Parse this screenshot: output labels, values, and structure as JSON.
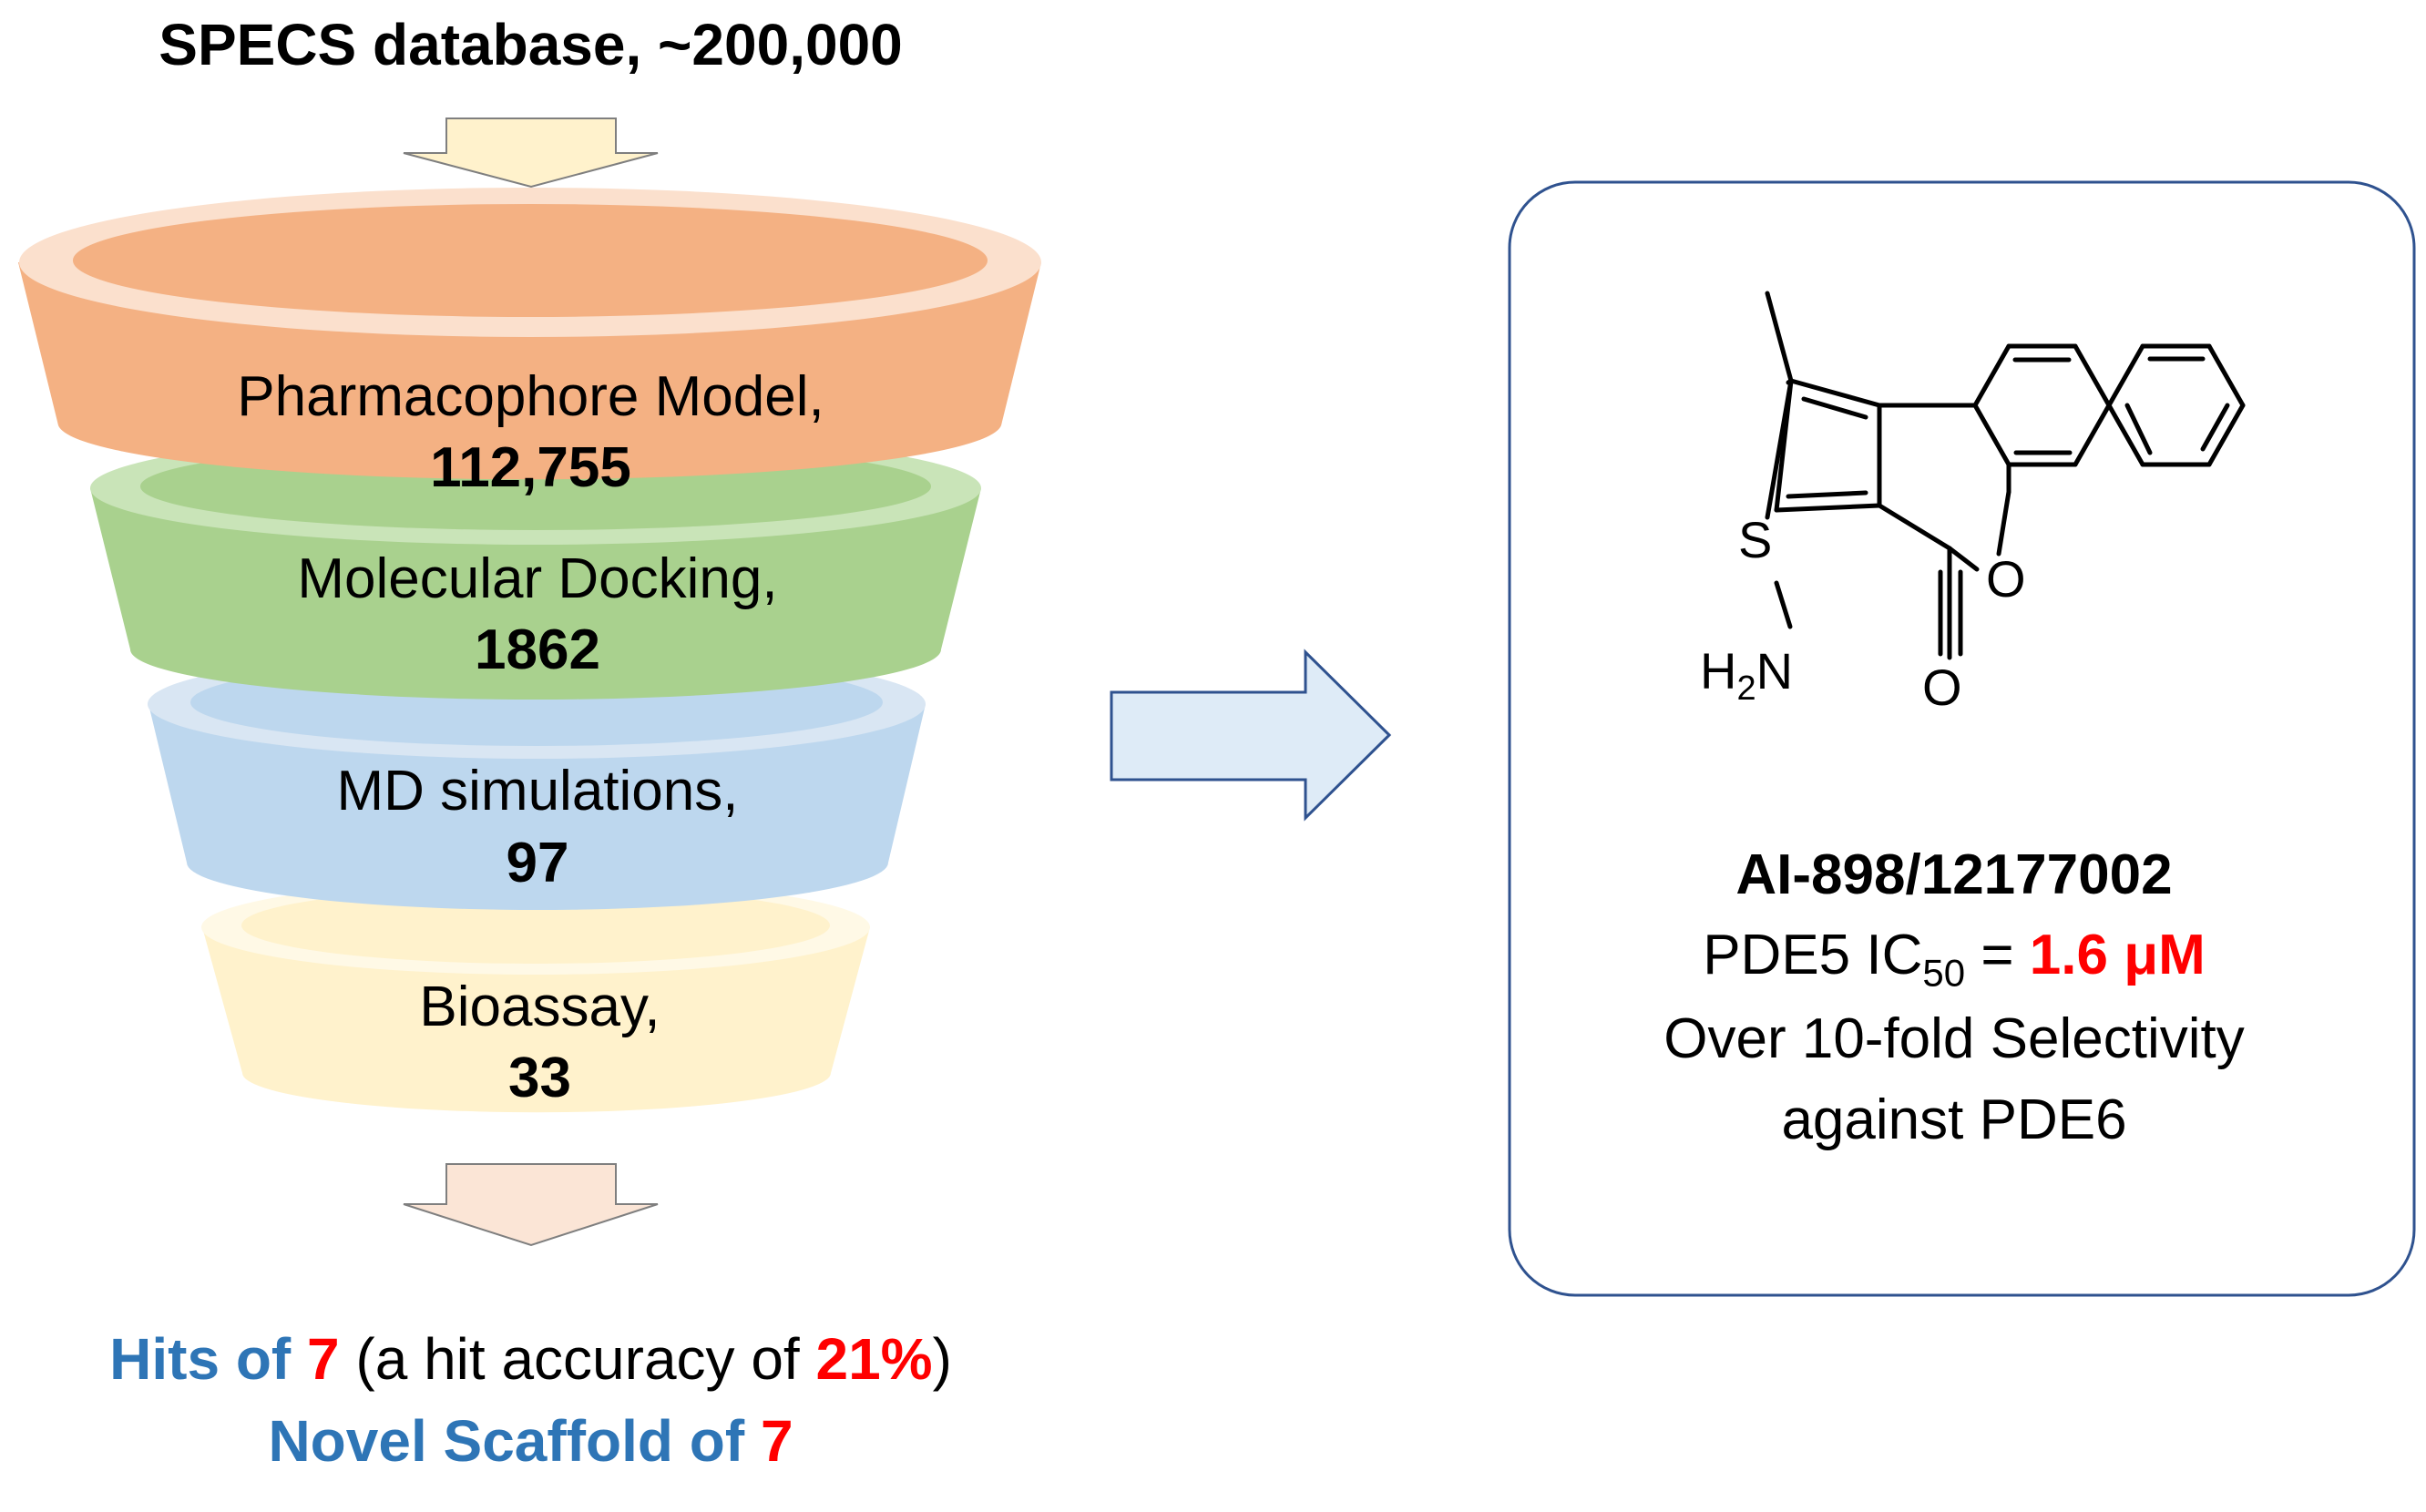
{
  "source": {
    "label": "SPECS database, ~200,000"
  },
  "stages": [
    {
      "name": "Pharmacophore Model,",
      "count": "112,755",
      "color": "#F4B183"
    },
    {
      "name": "Molecular Docking,",
      "count": "1862",
      "color": "#A9D18E"
    },
    {
      "name": "MD simulations,",
      "count": "97",
      "color": "#BDD7EE"
    },
    {
      "name": "Bioassay,",
      "count": "33",
      "color": "#FFF2CC"
    }
  ],
  "results": {
    "line1": {
      "prefix": "Hits of ",
      "hits": "7",
      "middle": " (a hit accuracy of ",
      "accuracy": "21%",
      "suffix": ")"
    },
    "line2": {
      "prefix": "Novel Scaffold of ",
      "count": "7"
    }
  },
  "compound": {
    "id": "AI-898/12177002",
    "activity_prefix": "PDE5 IC",
    "activity_subscript": "50",
    "activity_equals": " = ",
    "activity_value": "1.6 μM",
    "selectivity_line1": "Over 10-fold Selectivity",
    "selectivity_line2": "against PDE6",
    "atoms": {
      "sulfur": "S",
      "ring_oxygen": "O",
      "carbonyl_oxygen": "O",
      "amine_h": "H",
      "amine_sub": "2",
      "amine_n": "N"
    }
  },
  "colors": {
    "accent_blue": "#2E75B6",
    "accent_red": "#FF0000",
    "arrow_fill": "#DEEBF7",
    "arrow_stroke": "#2F528F"
  }
}
